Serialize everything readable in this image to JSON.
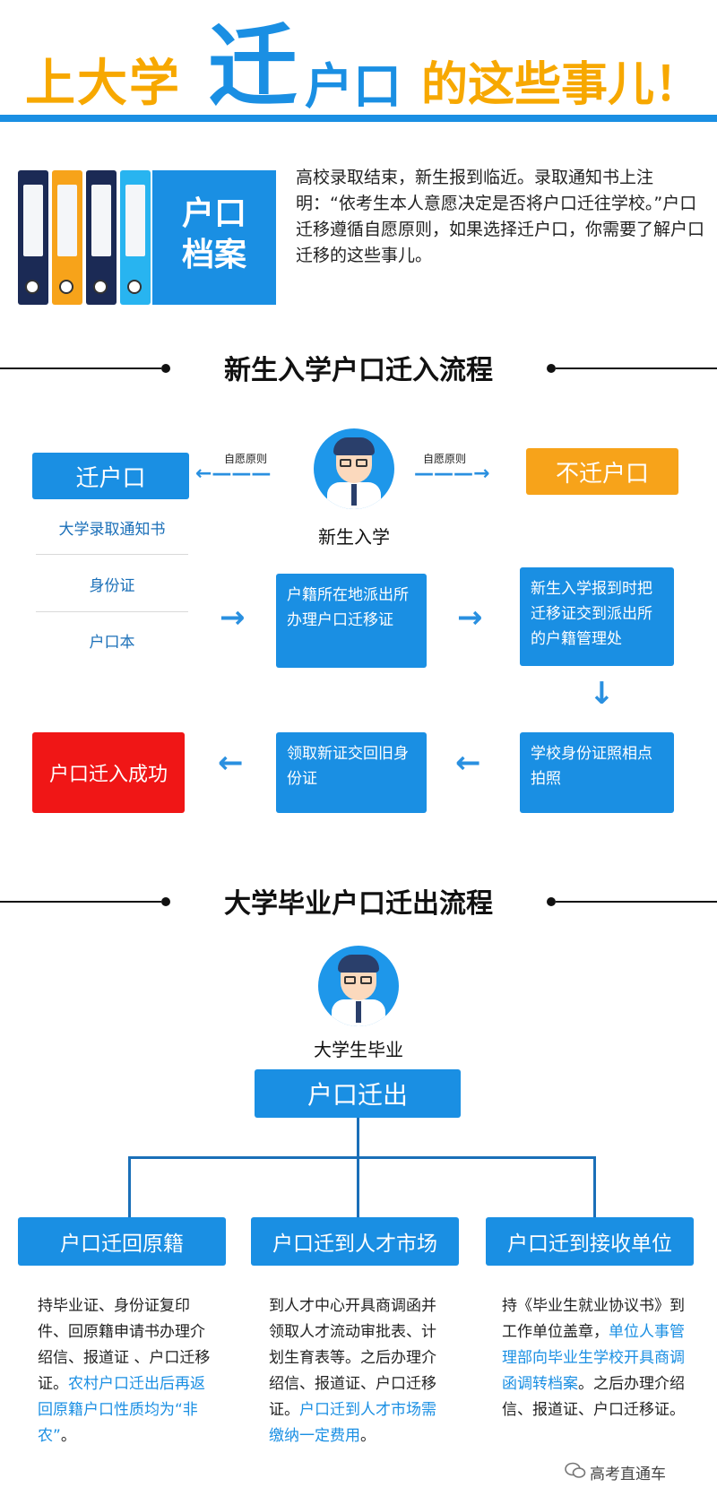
{
  "header": {
    "part1": "上大学",
    "part2": "迁",
    "part3": "户口",
    "part4": "的这些事儿！"
  },
  "binder_panel": {
    "line1": "户口",
    "line2": "档案"
  },
  "colors": {
    "blue": "#1a8fe3",
    "orange": "#f7a31a",
    "red": "#f01616",
    "yellow": "#f7a800"
  },
  "intro": "高校录取结束，新生报到临近。录取通知书上注明：“依考生本人意愿决定是否将户口迁往学校。”户口迁移遵循自愿原则，如果选择迁户口，你需要了解户口迁移的这些事儿。",
  "section1": {
    "title": "新生入学户口迁入流程",
    "left_option": "迁户口",
    "right_option": "不迁户口",
    "left_arrow_label": "自愿原则",
    "right_arrow_label": "自愿原则",
    "person": "新生入学",
    "docs": [
      "大学录取通知书",
      "身份证",
      "户口本"
    ],
    "step1": "户籍所在地派出所办理户口迁移证",
    "step2": "新生入学报到时把迁移证交到派出所的户籍管理处",
    "step3": "学校身份证照相点拍照",
    "step4": "领取新证交回旧身份证",
    "success": "户口迁入成功"
  },
  "section2": {
    "title": "大学毕业户口迁出流程",
    "person": "大学生毕业",
    "root": "户口迁出",
    "branches": [
      {
        "title": "户口迁回原籍",
        "text": "持毕业证、身份证复印件、回原籍申请书办理介绍信、报道证 、户口迁移证。",
        "highlight": "农村户口迁出后再返回原籍户口性质均为“非农”",
        "tail": "。"
      },
      {
        "title": "户口迁到人才市场",
        "text": "到人才中心开具商调函并领取人才流动审批表、计划生育表等。之后办理介绍信、报道证、户口迁移证。",
        "highlight": "户口迁到人才市场需缴纳一定费用",
        "tail": "。"
      },
      {
        "title": "户口迁到接收单位",
        "text": "持《毕业生就业协议书》到工作单位盖章，",
        "highlight": "单位人事管理部向毕业生学校开具商调函调转档案",
        "tail": "。之后办理介绍信、报道证、户口迁移证。"
      }
    ]
  },
  "footer": {
    "icon": "wechat-icon",
    "text": "高考直通车"
  }
}
